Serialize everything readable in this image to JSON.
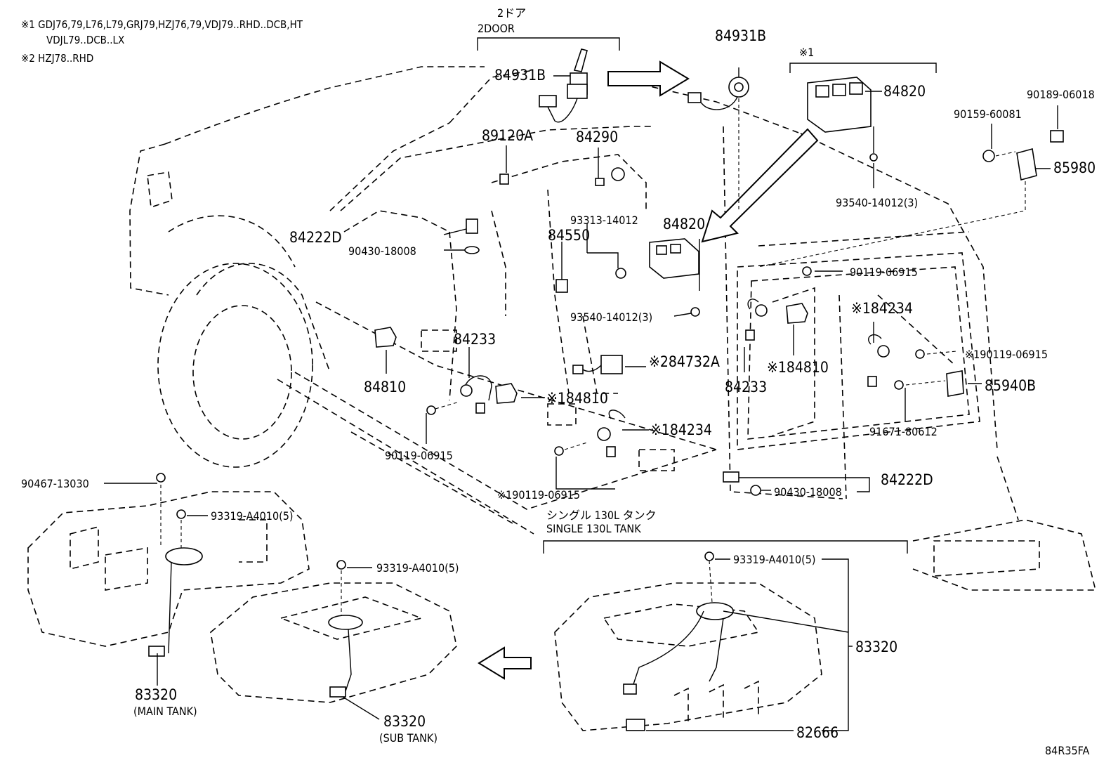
{
  "notes": {
    "n1_line1": "※1 GDJ76,79,L76,L79,GRJ79,HZJ76,79,VDJ79..RHD..DCB,HT",
    "n1_line2": "VDJL79..DCB..LX",
    "n2": "※2 HZJ78..RHD"
  },
  "groups": {
    "door_jp": "2ドア",
    "door_en": "2DOOR",
    "tank_jp": "シングル 130L タンク",
    "tank_en": "SINGLE 130L TANK",
    "note1_mark": "※1"
  },
  "parts": {
    "p84931b_a": "84931B",
    "p84931b_b": "84931B",
    "p84820_a": "84820",
    "p84820_b": "84820",
    "p90189": "90189-06018",
    "p90159": "90159-60081",
    "p85980": "85980",
    "p93540_a": "93540-14012(3)",
    "p93540_b": "93540-14012(3)",
    "p89120a": "89120A",
    "p84290": "84290",
    "p93313": "93313-14012",
    "p84222d_a": "84222D",
    "p84222d_b": "84222D",
    "p90430_a": "90430-18008",
    "p90430_b": "90430-18008",
    "p84550": "84550",
    "p90119_a": "90119-06915",
    "p90119_b": "※190119-06915",
    "p90119_c": "90119-06915",
    "p90119_d": "※190119-06915",
    "p84234_a": "※184234",
    "p84234_b": "※184234",
    "p84233_a": "84233",
    "p84233_b": "84233",
    "p84810_a": "84810",
    "p84810_b": "※184810",
    "p84810_c": "※184810",
    "p84732a": "※284732A",
    "p85940b": "85940B",
    "p91671": "91671-80612",
    "p90467": "90467-13030",
    "p93319_a": "93319-A4010(5)",
    "p93319_b": "93319-A4010(5)",
    "p93319_c": "93319-A4010(5)",
    "p83320_a": "83320",
    "p83320_b": "83320",
    "p83320_c": "83320",
    "p82666": "82666",
    "main_tank": "(MAIN TANK)",
    "sub_tank": "(SUB TANK)"
  },
  "diagram_code": "84R35FA"
}
